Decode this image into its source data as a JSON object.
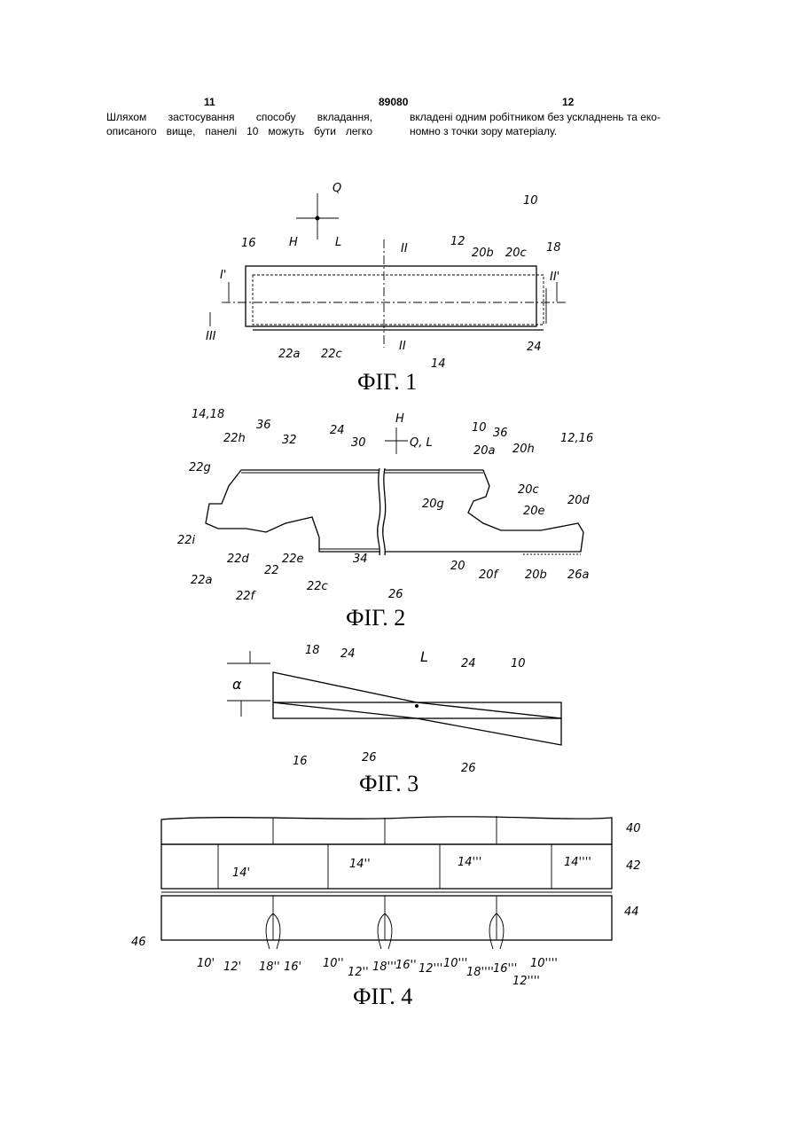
{
  "header": {
    "left_page": "11",
    "patent_number": "89080",
    "right_page": "12"
  },
  "text": {
    "left_line1": "Шляхом застосування способу вкладання,",
    "left_line2": "описаного вище, панелі 10 можуть бути легко",
    "right_line1": "вкладені одним робітником без ускладнень та еко-",
    "right_line2": "номно з точки зору матеріалу."
  },
  "figures": {
    "fig1": {
      "caption": "ФІГ. 1",
      "labels": [
        "Q",
        "H",
        "L",
        "10",
        "16",
        "II",
        "12",
        "20b",
        "20c",
        "18",
        "I'",
        "II'",
        "III",
        "22a",
        "22c",
        "14",
        "II",
        "24"
      ]
    },
    "fig2": {
      "caption": "ФІГ. 2",
      "labels": [
        "14,18",
        "22h",
        "36",
        "32",
        "24",
        "30",
        "H",
        "Q, L",
        "10",
        "36",
        "20a",
        "20h",
        "12,16",
        "22g",
        "20c",
        "20g",
        "20e",
        "20d",
        "22i",
        "22d",
        "22e",
        "22a",
        "22",
        "22f",
        "22c",
        "34",
        "26",
        "20",
        "20f",
        "20b",
        "26a"
      ]
    },
    "fig3": {
      "caption": "ФІГ. 3",
      "labels": [
        "α",
        "18",
        "24",
        "L",
        "24",
        "10",
        "16",
        "26",
        "26"
      ]
    },
    "fig4": {
      "caption": "ФІГ. 4",
      "labels": [
        "40",
        "42",
        "14'",
        "14''",
        "14'''",
        "14''''",
        "44",
        "46",
        "10'",
        "12'",
        "18''",
        "16'",
        "10''",
        "12''",
        "18'''",
        "16''",
        "12'''",
        "10'''",
        "18''''",
        "16'''",
        "12''''",
        "10''''"
      ]
    }
  }
}
